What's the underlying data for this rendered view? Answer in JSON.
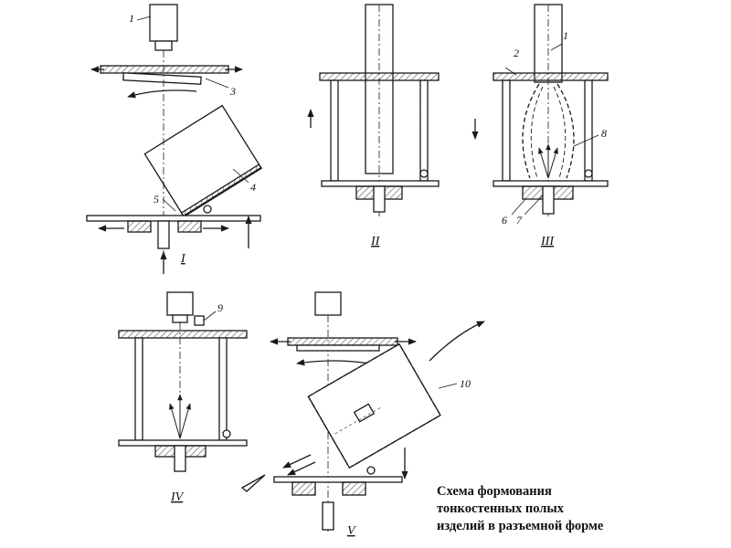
{
  "caption": {
    "line1": "Схема формования",
    "line2": "тонкостенных полых",
    "line3": "изделий в разъемной форме"
  },
  "part_labels": {
    "punch_1": "1",
    "part_2": "2",
    "part_3": "3",
    "part_4": "4",
    "part_5": "5",
    "part_6": "6",
    "part_7": "7",
    "part_8": "8",
    "part_9": "9",
    "part_10": "10"
  },
  "stage_labels": {
    "s1": "I",
    "s2": "II",
    "s3": "III",
    "s4": "IV",
    "s5": "V"
  },
  "colors": {
    "ink": "#1a1a1a",
    "hatch": "#555555",
    "background": "#ffffff"
  }
}
